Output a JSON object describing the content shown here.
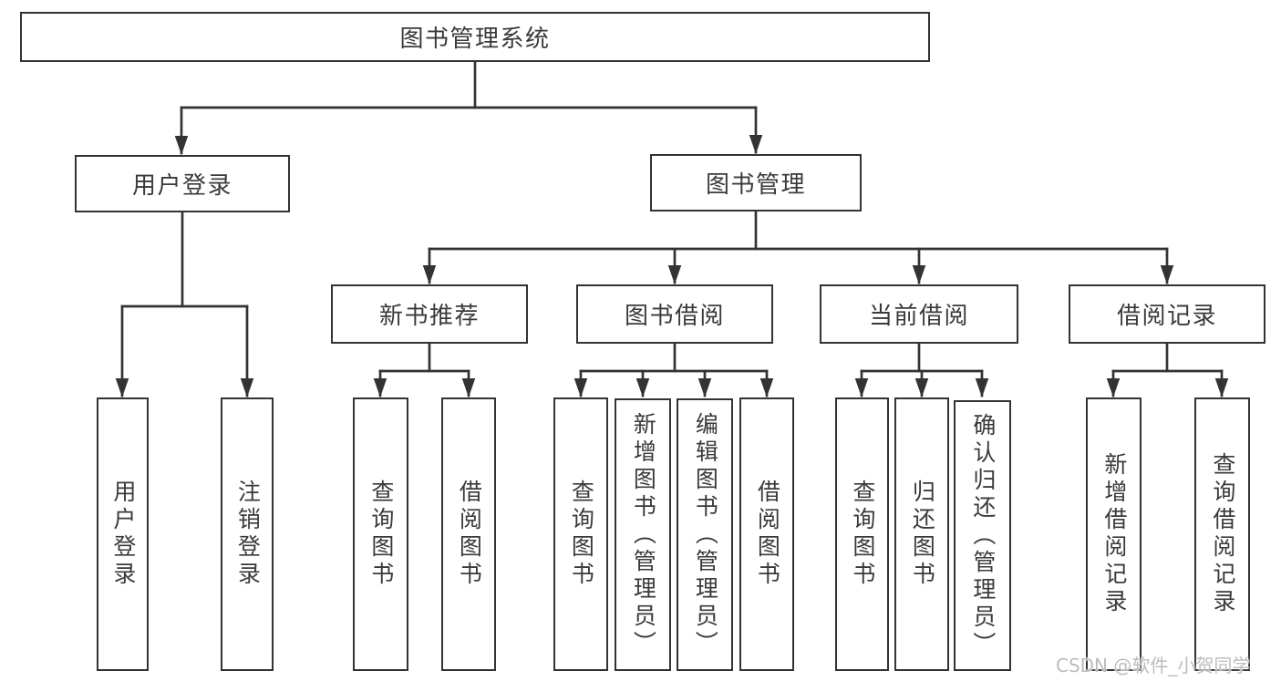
{
  "nodes": {
    "root": "图书管理系统",
    "user_login": "用户登录",
    "book_mgmt": "图书管理",
    "new_book_rec": "新书推荐",
    "book_borrow": "图书借阅",
    "current_borrow": "当前借阅",
    "borrow_record": "借阅记录",
    "leaf_user_login": "用户登录",
    "leaf_logout": "注销登录",
    "leaf_nb_query": "查询图书",
    "leaf_nb_borrow": "借阅图书",
    "leaf_bb_query": "查询图书",
    "leaf_bb_add": "新增图书（管理员）",
    "leaf_bb_edit": "编辑图书（管理员）",
    "leaf_bb_borrow": "借阅图书",
    "leaf_cb_query": "查询图书",
    "leaf_cb_return": "归还图书",
    "leaf_cb_confirm": "确认归还（管理员）",
    "leaf_br_add": "新增借阅记录",
    "leaf_br_query": "查询借阅记录"
  },
  "watermark": "CSDN @软件_小贺同学",
  "colors": {
    "line": "#333333",
    "text": "#3a3a3a",
    "watermark": "#bcbcbc",
    "background": "#ffffff"
  }
}
